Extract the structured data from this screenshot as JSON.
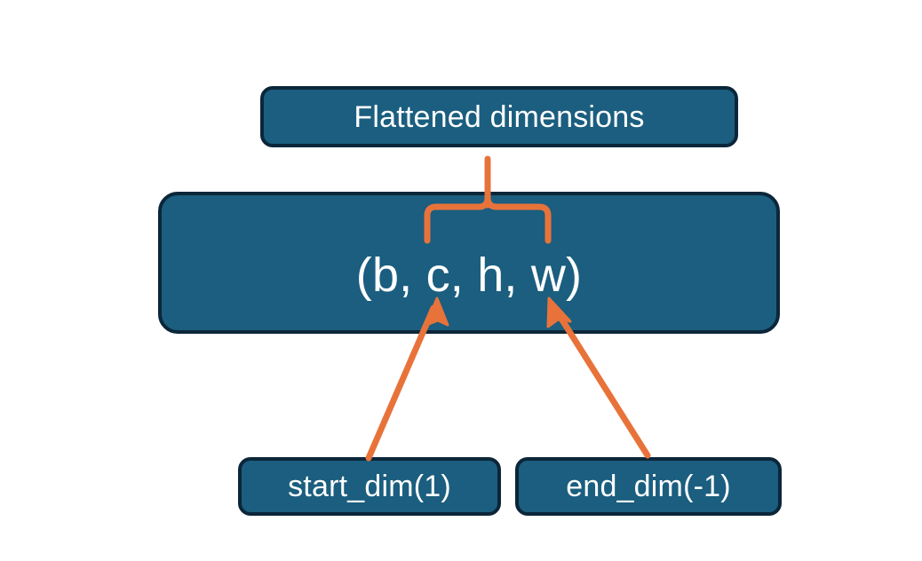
{
  "diagram": {
    "title": "Flatten dimensions diagram",
    "background_color": "#ffffff",
    "node_fill_color": "#1b5e7f",
    "node_border_color": "#0c2639",
    "node_text_color": "#ffffff",
    "connector_color": "#e8733a"
  },
  "nodes": {
    "flattened": {
      "label": "Flattened dimensions",
      "name": "flattened-dimensions-box"
    },
    "shape": {
      "label": "(b, c, h, w)",
      "name": "tensor-shape-box"
    },
    "start_dim": {
      "label": "start_dim(1)",
      "name": "start-dim-box"
    },
    "end_dim": {
      "label": "end_dim(-1)",
      "name": "end-dim-box"
    }
  },
  "connectors": [
    {
      "name": "brace-over-flattened-dims",
      "type": "curly-brace",
      "from": "tensor-shape-box",
      "to": "flattened-dimensions-box",
      "color": "#e8733a",
      "spans_tokens": [
        "c",
        "h",
        "w"
      ]
    },
    {
      "name": "arrow-start-dim-to-c",
      "type": "arrow",
      "from": "start-dim-box",
      "to": "token-c",
      "color": "#e8733a"
    },
    {
      "name": "arrow-end-dim-to-w",
      "type": "arrow",
      "from": "end-dim-box",
      "to": "token-w",
      "color": "#e8733a"
    }
  ]
}
